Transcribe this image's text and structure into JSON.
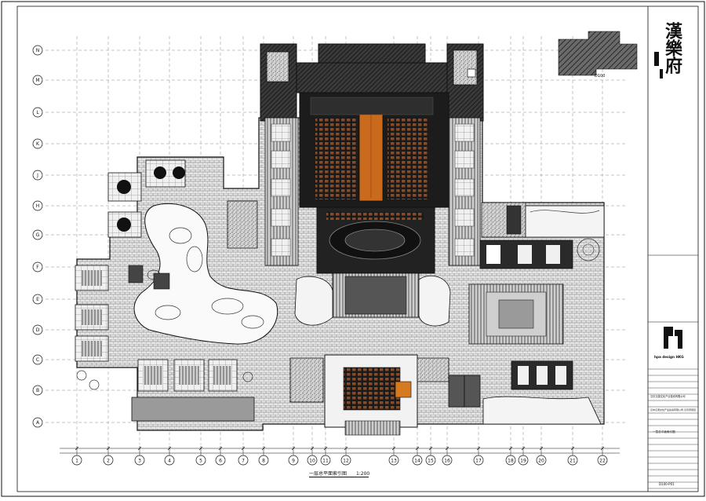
{
  "drawing": {
    "title": "一层总平面索引图",
    "scale": "1:200",
    "sheet_number": "D100-P01"
  },
  "project": {
    "name": "漢樂府",
    "designer_mark": "hpa design HKG",
    "client": "汉中汉源文化产业投资有限公司",
    "project_full": "汉中汉源文化产业投资有限公司·汉乐府项目",
    "sheet_name": "一层总平面索引图"
  },
  "keyplan": {
    "label": "D100"
  },
  "grid": {
    "columns": [
      "1",
      "2",
      "3",
      "4",
      "5",
      "6",
      "7",
      "8",
      "9",
      "10",
      "11",
      "12",
      "13",
      "14",
      "15",
      "16",
      "17",
      "18",
      "19",
      "20",
      "21",
      "22"
    ],
    "rows": [
      "A",
      "B",
      "C",
      "D",
      "E",
      "F",
      "G",
      "H",
      "J",
      "K",
      "L",
      "M",
      "N"
    ]
  },
  "colors": {
    "line": "#111111",
    "hatch_dark": "#2a2a2a",
    "stage_orange": "#c96a1c",
    "accent_orange": "#d67a22",
    "grid_dash": "#888888"
  }
}
